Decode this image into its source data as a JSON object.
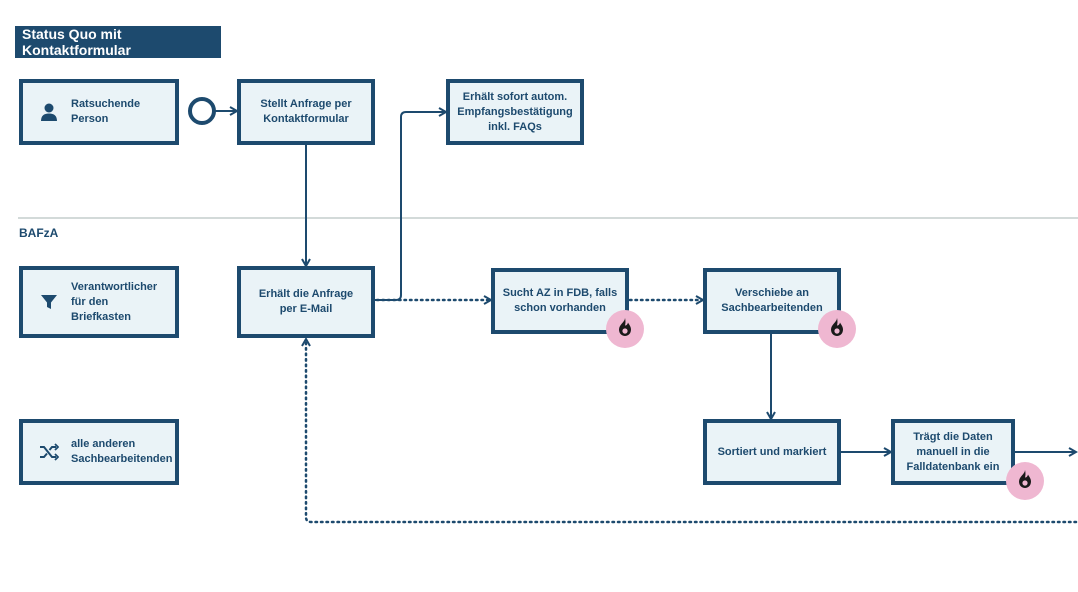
{
  "title": "Status Quo mit Kontaktformular",
  "lane_label": "BAFzA",
  "roles": [
    {
      "label": "Ratsuchende\nPerson",
      "icon": "person-icon"
    },
    {
      "label": "Verantwortlicher\nfür den\nBriefkasten",
      "icon": "filter-icon"
    },
    {
      "label": "alle anderen\nSachbearbeitenden",
      "icon": "shuffle-icon"
    }
  ],
  "steps": {
    "contact_form": "Stellt Anfrage per\nKontaktformular",
    "confirmation": "Erhält sofort autom.\nEmpfangsbestätigung\ninkl. FAQs",
    "email": "Erhält die Anfrage\nper E-Mail",
    "search_az": "Sucht AZ in FDB, falls\nschon vorhanden",
    "forward": "Verschiebe an\nSachbearbeitenden",
    "sort": "Sortiert und markiert",
    "enter_data": "Trägt die Daten\nmanuell in die\nFalldatenbank ein"
  },
  "pain_point_icon": "flame-icon",
  "colors": {
    "primary": "#1d4a6e",
    "box_fill": "#eaf3f7",
    "pain_point": "#efb7d1",
    "divider": "#d3dad9"
  }
}
